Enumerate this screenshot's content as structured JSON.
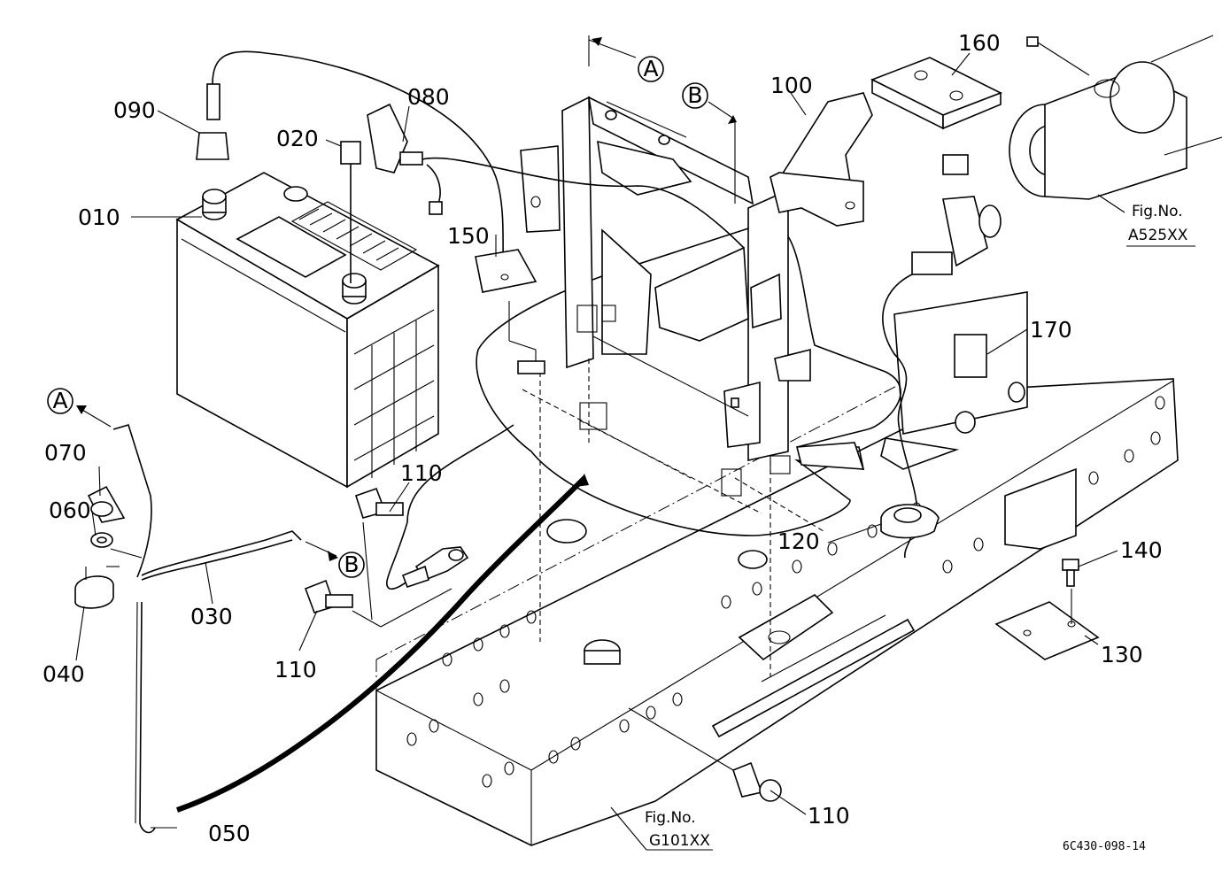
{
  "diagram": {
    "part_labels": {
      "p010": "010",
      "p020": "020",
      "p030": "030",
      "p040": "040",
      "p050": "050",
      "p060": "060",
      "p070": "070",
      "p080": "080",
      "p090": "090",
      "p100": "100",
      "p110a": "110",
      "p110b": "110",
      "p110c": "110",
      "p120": "120",
      "p130": "130",
      "p140": "140",
      "p150": "150",
      "p160": "160",
      "p170": "170"
    },
    "markers": {
      "a_top": "A",
      "a_left": "A",
      "b_top": "B",
      "b_mid": "B"
    },
    "references": {
      "fig_word_a": "Fig.No.",
      "fig_code_a": "A525XX",
      "fig_word_g": "Fig.No.",
      "fig_code_g": "G101XX"
    },
    "drawing_number": "6C430-098-14"
  }
}
